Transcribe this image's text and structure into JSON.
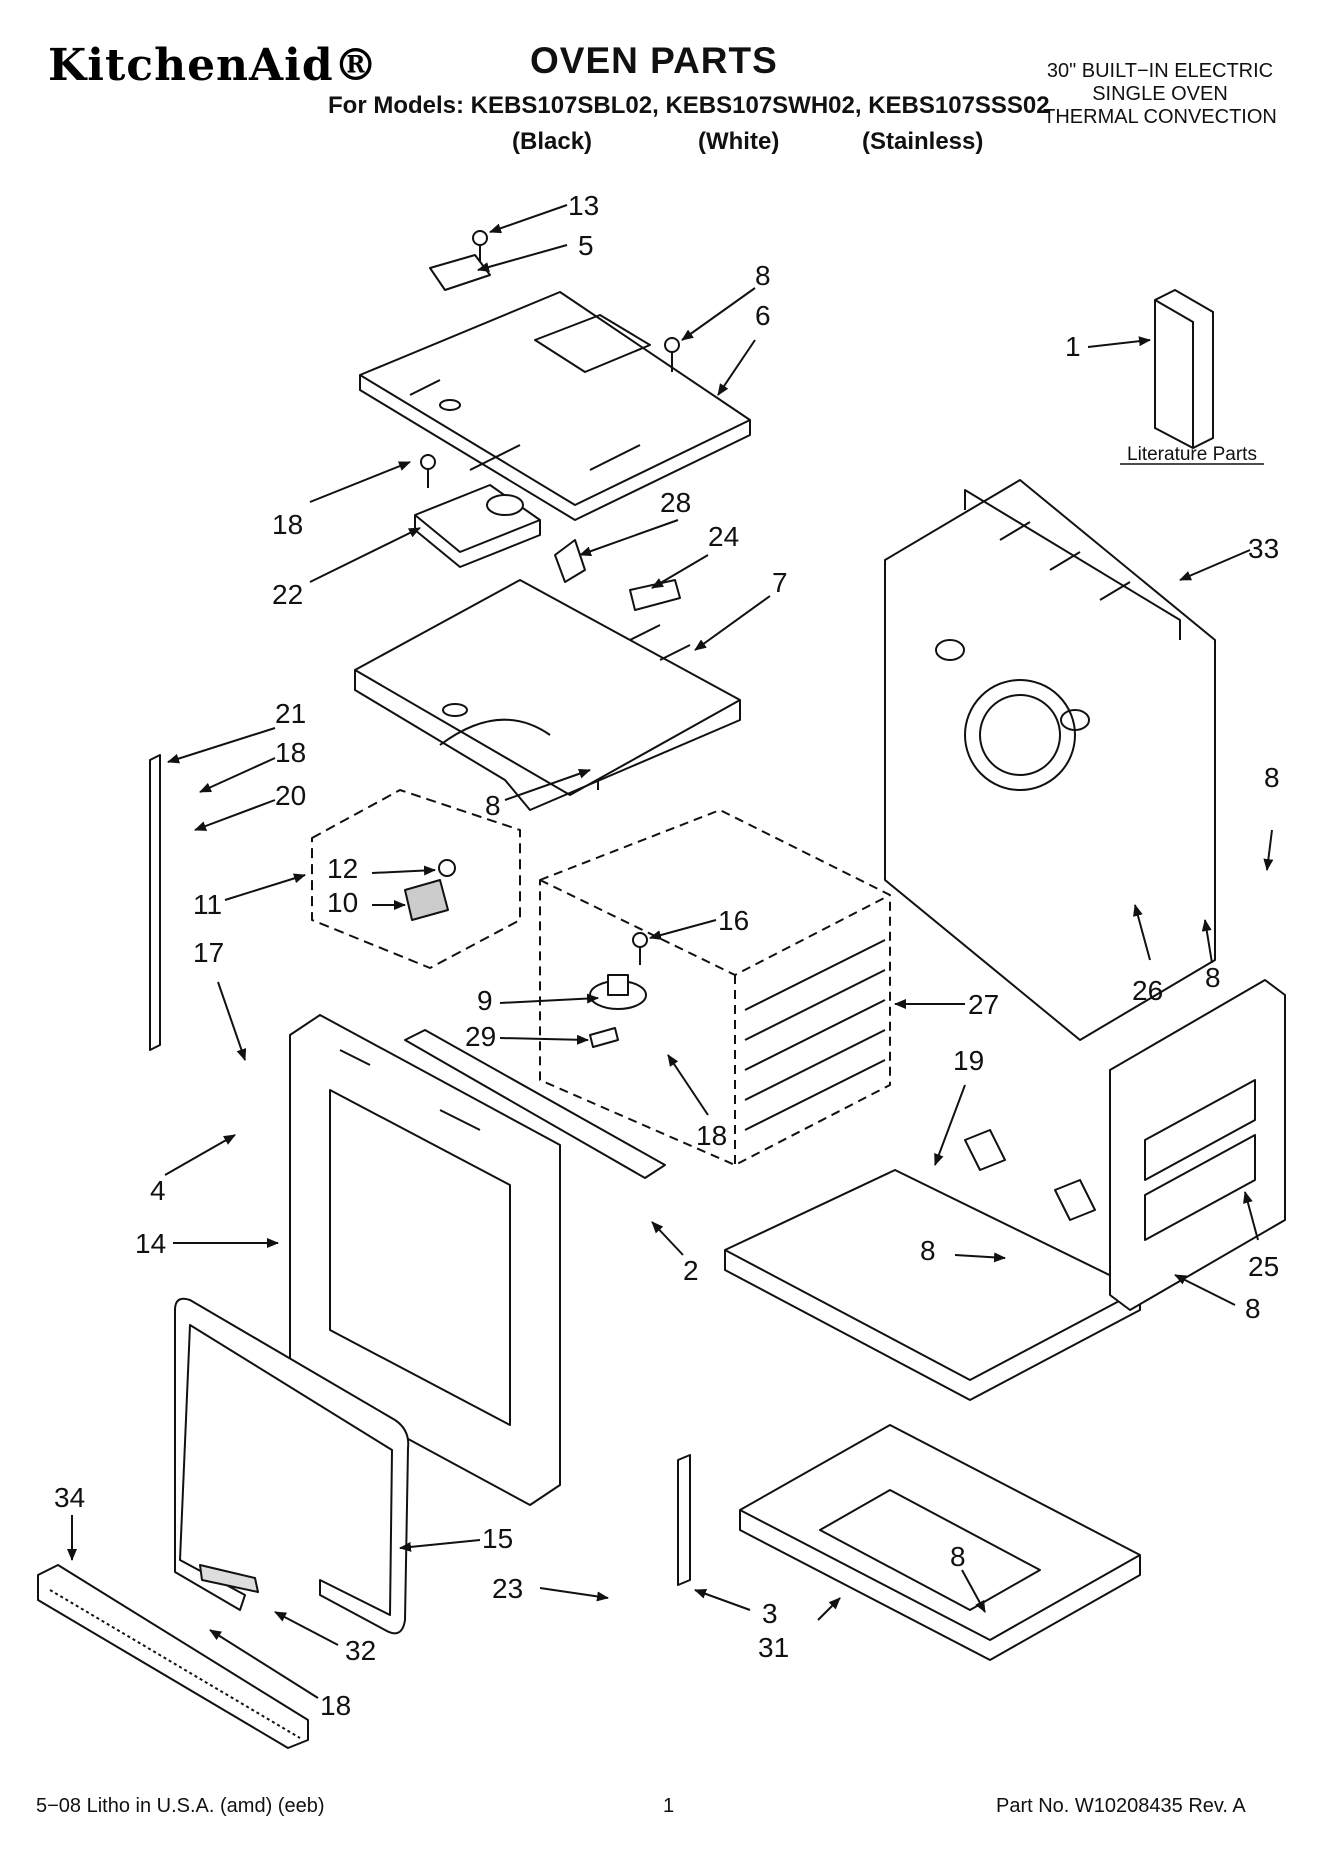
{
  "header": {
    "brand": "KitchenAid®",
    "title": "OVEN PARTS",
    "models_prefix": "For Models:",
    "models": [
      "KEBS107SBL02,",
      "KEBS107SWH02,",
      "KEBS107SSS02"
    ],
    "colors": [
      "(Black)",
      "(White)",
      "(Stainless)"
    ],
    "appliance_type": [
      "30\" BUILT−IN ELECTRIC",
      "SINGLE OVEN",
      "THERMAL CONVECTION"
    ]
  },
  "literature_label": "Literature Parts",
  "callouts": [
    "13",
    "5",
    "8",
    "6",
    "1",
    "18",
    "28",
    "24",
    "22",
    "7",
    "33",
    "21",
    "18",
    "20",
    "8",
    "12",
    "11",
    "10",
    "16",
    "8",
    "17",
    "9",
    "29",
    "27",
    "26",
    "8",
    "19",
    "18",
    "4",
    "14",
    "2",
    "8",
    "25",
    "8",
    "34",
    "15",
    "23",
    "3",
    "8",
    "32",
    "31",
    "18"
  ],
  "footer": {
    "left": "5−08 Litho in U.S.A. (amd) (eeb)",
    "center": "1",
    "right": "Part No. W10208435 Rev. A"
  }
}
